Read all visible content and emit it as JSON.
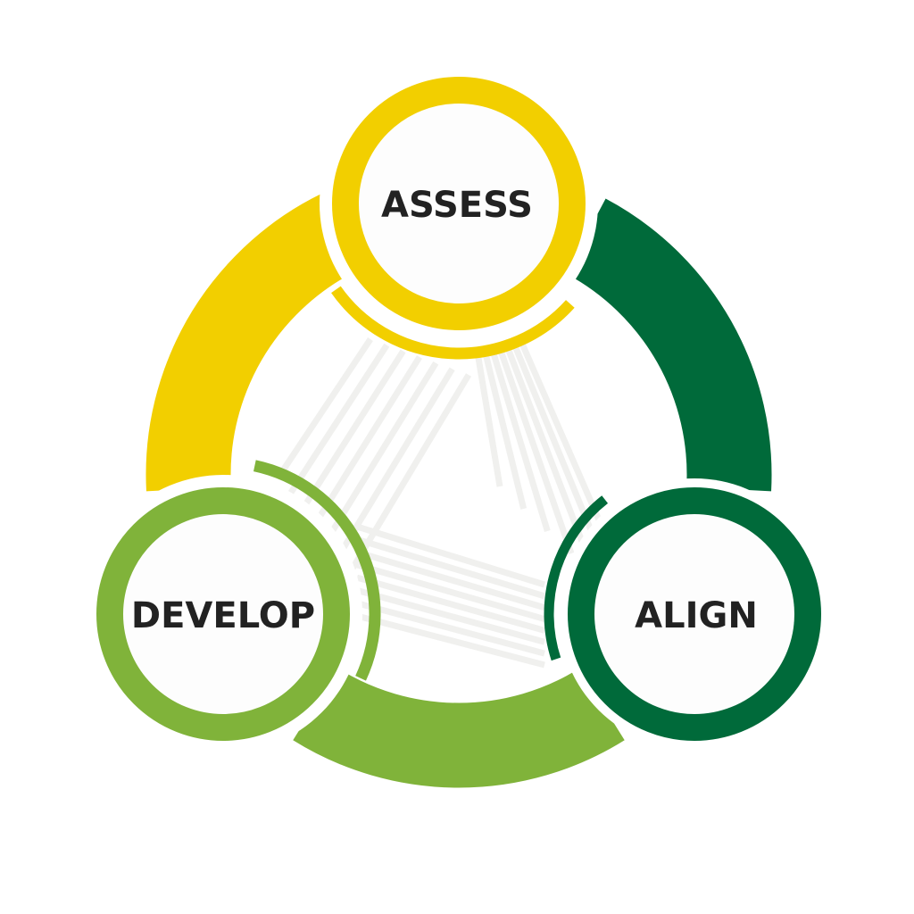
{
  "stages": [
    {
      "id": "assess",
      "label": "ASSESS",
      "color": "#F2CF00"
    },
    {
      "id": "align",
      "label": "ALIGN",
      "color": "#006A3A"
    },
    {
      "id": "develop",
      "label": "DEVELOP",
      "color": "#80B33A"
    }
  ],
  "connector_color": "#F0F0EE"
}
